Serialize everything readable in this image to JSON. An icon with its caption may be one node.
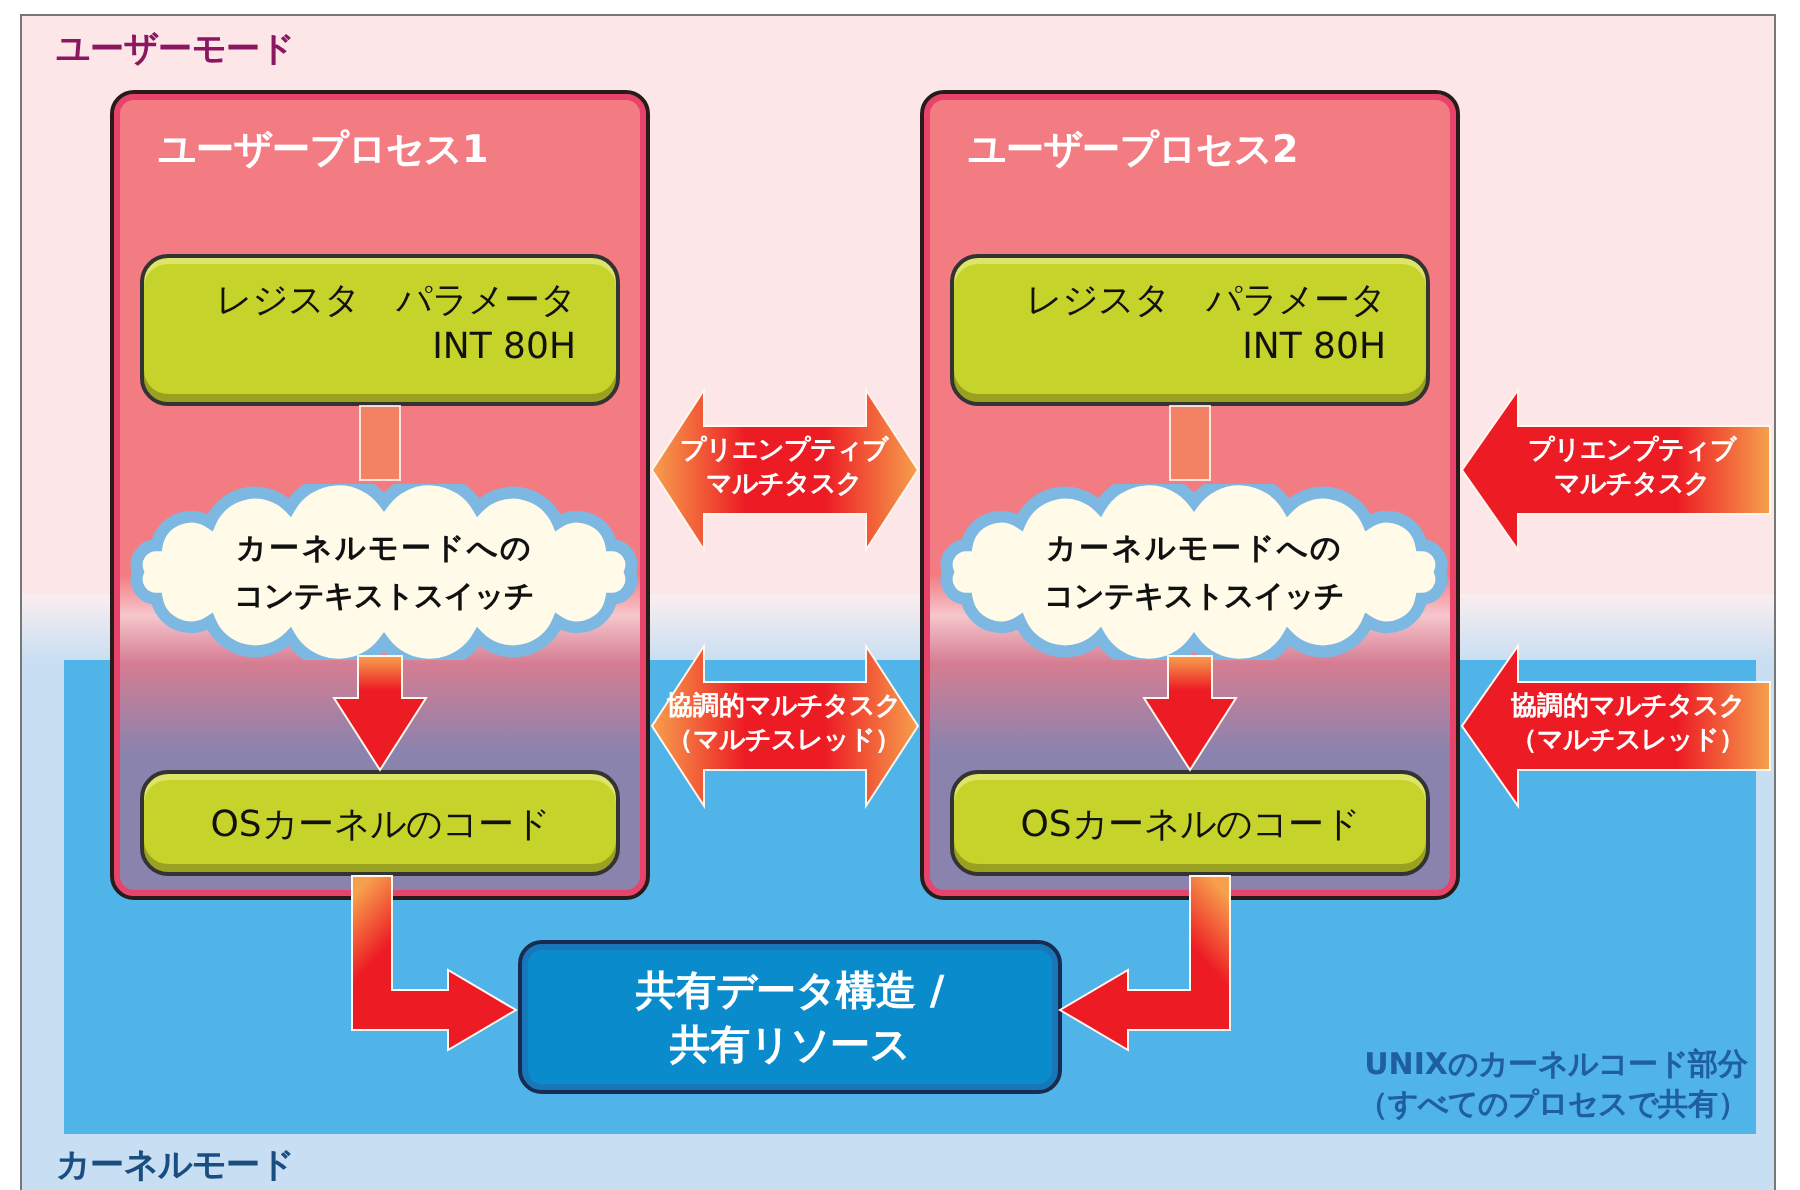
{
  "diagram": {
    "nodes": [
      {
        "text": [
          "ユーザーモード"
        ]
      },
      {
        "text": [
          "カーネルモード"
        ]
      },
      {
        "text": [
          "UNIXのカーネルコード部分（すべてのプロセスで共有）"
        ],
        "in": 1
      },
      {
        "text": [
          "ユーザープロセス1"
        ]
      },
      {
        "text": [
          "レジスタ　パラメータ INT 80H"
        ]
      },
      {
        "text": [
          "カーネルモードへのコンテキストスイッチ"
        ],
        "in": 3
      },
      {
        "text": [
          "OSカーネルのコード"
        ]
      },
      {
        "text": [
          "ユーザープロセス2"
        ]
      },
      {
        "text": [
          "レジスタ　パラメータ INT 80H"
        ]
      },
      {
        "text": [
          "カーネルモードへのコンテキストスイッチ"
        ],
        "in": 7
      },
      {
        "text": [
          "OSカーネルのコード"
        ]
      },
      {
        "text": [
          "共有データ構造 /共有リソース"
        ],
        "in": 2
      }
    ],
    "edges": [
      {
        "from": 4,
        "to": 5,
        "arrow": "none",
        "color": "#f4845f"
      },
      {
        "from": 5,
        "to": 6,
        "arrow": "to"
      },
      {
        "from": 8,
        "to": 9,
        "arrow": "none",
        "color": "#f4845f"
      },
      {
        "from": 9,
        "to": 10,
        "arrow": "to"
      },
      {
        "from": 6,
        "to": 11,
        "arrow": "to"
      },
      {
        "from": 10,
        "to": 11,
        "arrow": "to"
      },
      {
        "from": 3,
        "to": 7,
        "arrow": "both",
        "label": "プリエンプティブマルチタスク"
      },
      {
        "from": 3,
        "to": 7,
        "arrow": "both",
        "label": "協調的マルチタスク（マルチスレッド）"
      },
      {
        "from": null,
        "to": 7,
        "arrow": "to",
        "label": "プリエンプティブマルチタスク"
      },
      {
        "from": null,
        "to": 7,
        "arrow": "to",
        "label": "協調的マルチタスク（マルチスレッド）"
      }
    ]
  }
}
